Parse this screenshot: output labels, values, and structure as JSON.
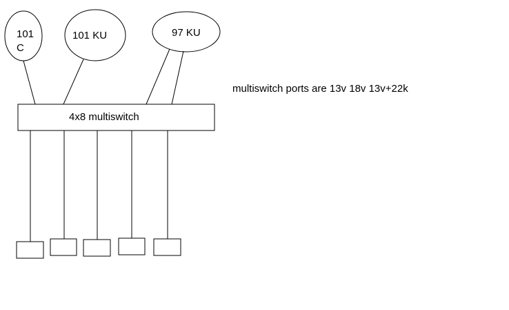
{
  "colors": {
    "background": "#ffffff",
    "stroke": "#000000",
    "text": "#000000"
  },
  "dishes": [
    {
      "label_line1": "101",
      "label_line2": "C"
    },
    {
      "label": "101 KU"
    },
    {
      "label": "97 KU"
    }
  ],
  "multiswitch": {
    "label": "4x8 multiswitch"
  },
  "note": {
    "text": "multiswitch ports are 13v 18v 13v+22k"
  },
  "receivers": [
    {
      "id": 1
    },
    {
      "id": 2
    },
    {
      "id": 3
    },
    {
      "id": 4
    },
    {
      "id": 5
    }
  ]
}
